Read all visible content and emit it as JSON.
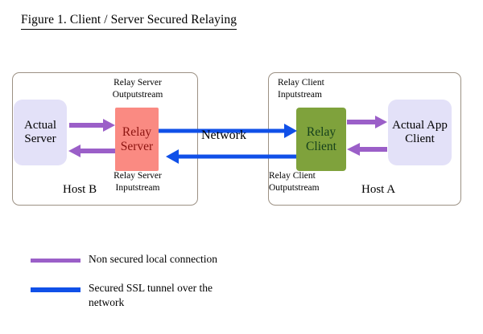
{
  "figure": {
    "title": "Figure 1. Client / Server Secured Relaying"
  },
  "hosts": {
    "left": {
      "label": "Host B"
    },
    "right": {
      "label": "Host A"
    }
  },
  "nodes": {
    "actual_server": {
      "line1": "Actual",
      "line2": "Server"
    },
    "relay_server": {
      "line1": "Relay",
      "line2": "Server"
    },
    "relay_client": {
      "line1": "Relay",
      "line2": "Client"
    },
    "actual_app_client": {
      "line1": "Actual App",
      "line2": "Client"
    }
  },
  "stream_labels": {
    "relay_server_outputstream": {
      "line1": "Relay Server",
      "line2": "Outputstream"
    },
    "relay_server_inputstream": {
      "line1": "Relay Server",
      "line2": "Inputstream"
    },
    "relay_client_inputstream": {
      "line1": "Relay Client",
      "line2": "Inputstream"
    },
    "relay_client_outputstream": {
      "line1": "Relay Client",
      "line2": "Outputstream"
    }
  },
  "network": {
    "label": "Network"
  },
  "legend": {
    "items": [
      {
        "color": "#9b5fc8",
        "label": "Non secured local connection"
      },
      {
        "color": "#1050e8",
        "label_line1": "Secured SSL tunnel over the",
        "label_line2": "network"
      }
    ]
  },
  "colors": {
    "purple_arrow": "#9b5fc8",
    "blue_arrow": "#1050e8",
    "relay_server_fill": "#fa8a82",
    "relay_server_text": "#8d1410",
    "relay_client_fill": "#7fa23c",
    "relay_client_text": "#15401c",
    "lavender_fill": "#e3e1f8",
    "host_border": "#9c9184",
    "background": "#ffffff"
  }
}
